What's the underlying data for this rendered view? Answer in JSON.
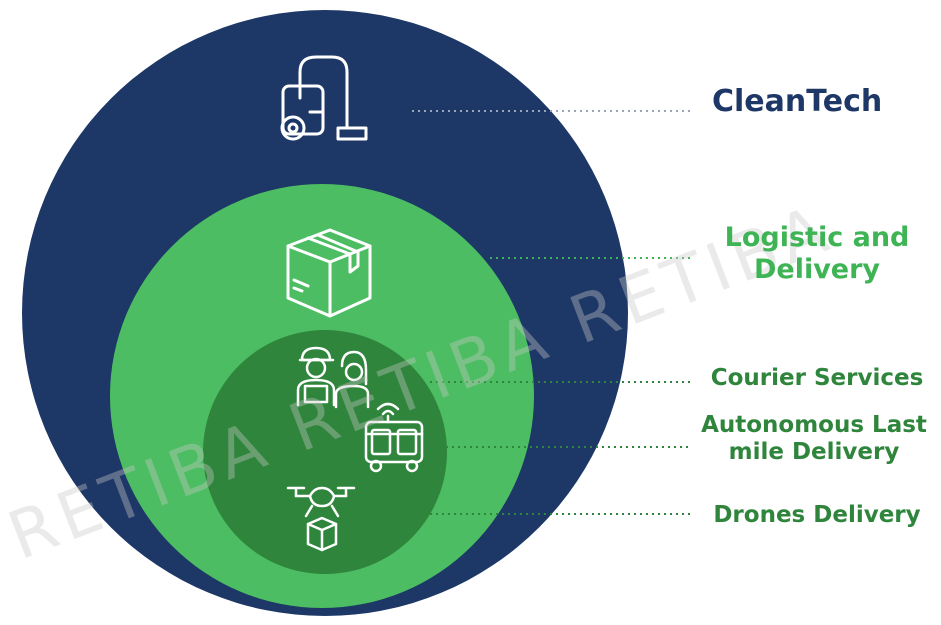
{
  "diagram": {
    "levels": [
      {
        "id": "cleantech",
        "lines": [
          "CleanTech"
        ],
        "icon": "vacuum-cleaner-icon"
      },
      {
        "id": "logistic",
        "lines": [
          "Logistic and",
          "Delivery"
        ],
        "icon": "package-box-icon"
      },
      {
        "id": "courier",
        "lines": [
          "Courier Services"
        ],
        "icon": "courier-people-icon"
      },
      {
        "id": "autonomous",
        "lines": [
          "Autonomous Last",
          "mile Delivery"
        ],
        "icon": "delivery-robot-icon"
      },
      {
        "id": "drones",
        "lines": [
          "Drones Delivery"
        ],
        "icon": "drone-package-icon"
      }
    ],
    "watermark": "RETIBA RETIBA RETIBA"
  },
  "colors": {
    "outer_circle": "#1d3767",
    "middle_circle": "#4cbd62",
    "inner_circle": "#2e853b",
    "navy_text": "#1d3767",
    "green_text": "#3fb455",
    "dark_green_text": "#2e853b",
    "icon_stroke": "#ffffff"
  }
}
